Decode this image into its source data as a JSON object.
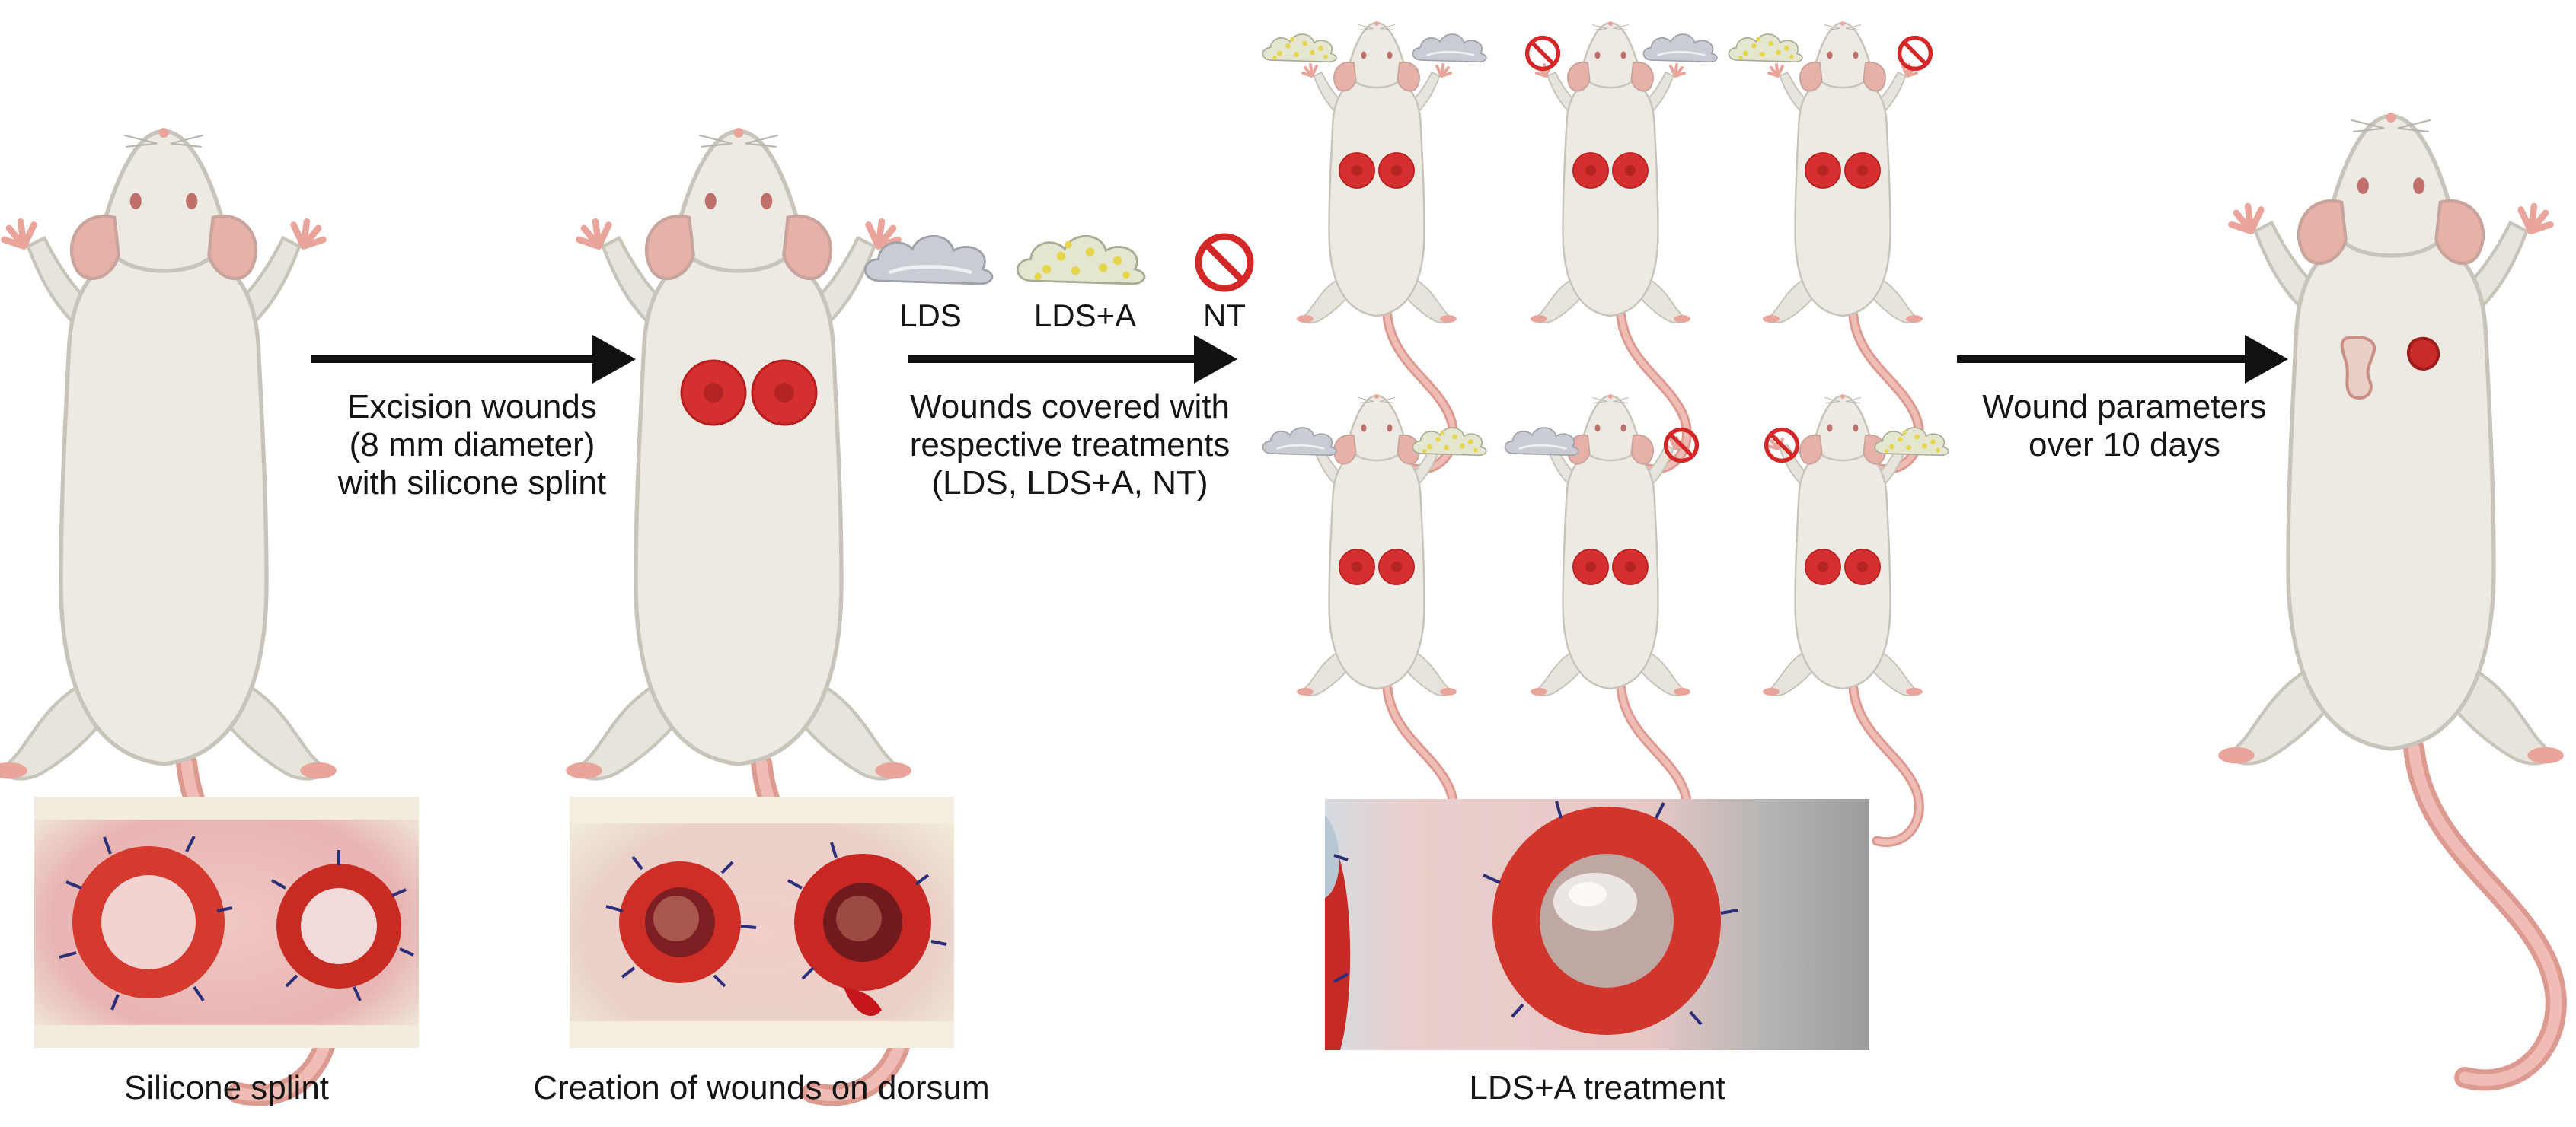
{
  "steps": [
    {
      "lines": [
        "Excision wounds",
        "(8 mm diameter)",
        "with silicone splint"
      ]
    },
    {
      "lines": [
        "Wounds covered with",
        "respective treatments",
        "(LDS, LDS+A, NT)"
      ]
    },
    {
      "lines": [
        "Wound parameters",
        "over 10 days"
      ]
    }
  ],
  "treatments": [
    {
      "label": "LDS",
      "icon": "gel-cloud-icon"
    },
    {
      "label": "LDS+A",
      "icon": "gel-dotted-cloud-icon"
    },
    {
      "label": "NT",
      "icon": "no-treatment-icon"
    }
  ],
  "photo_captions": [
    "Silicone splint",
    "Creation of wounds on dorsum",
    "LDS+A treatment"
  ],
  "colors": {
    "rat_body": "#eceae3",
    "rat_outline": "#c8c4ba",
    "rat_pink": "#e9a59c",
    "wound_red": "#d62f2f",
    "arrow": "#111111",
    "ldsa_gel": "#e4e6cf",
    "lds_gel": "#c9ccd2"
  }
}
